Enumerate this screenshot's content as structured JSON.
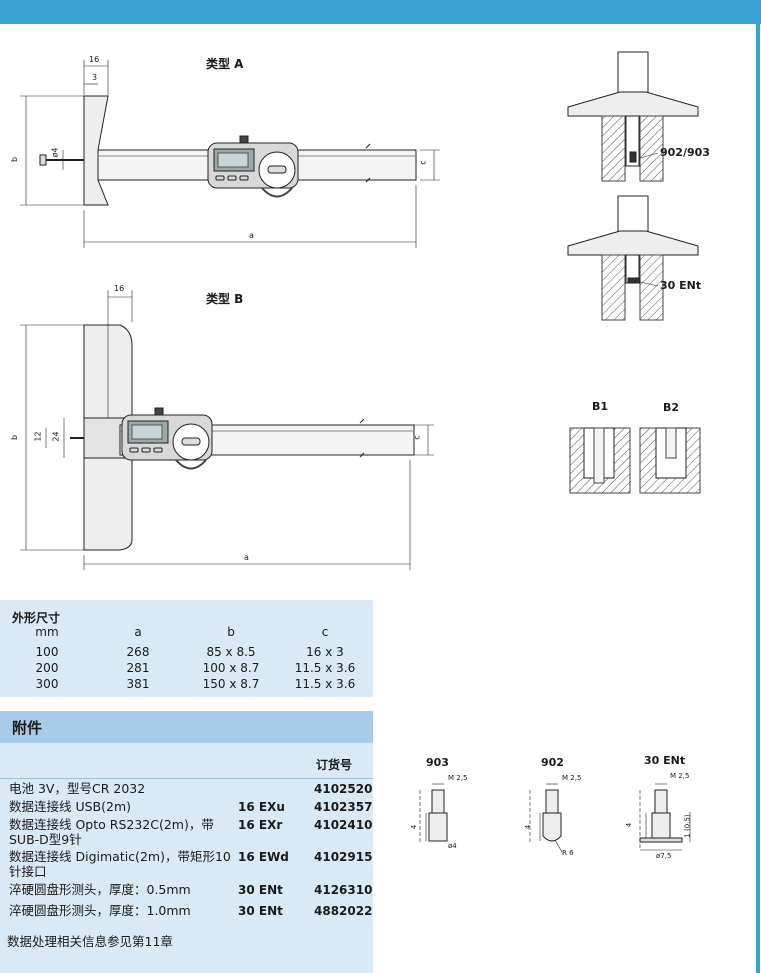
{
  "colors": {
    "accent": "#3aa3d6",
    "table_bg": "#d9eaf6",
    "table_header_bg": "#a7cbe8"
  },
  "drawings": {
    "type_a": {
      "title": "类型 A",
      "dims": {
        "w16": "16",
        "w3": "3",
        "b": "b",
        "d4": "ø4",
        "a": "a",
        "c": "c"
      }
    },
    "type_b": {
      "title": "类型 B",
      "dims": {
        "w16": "16",
        "b": "b",
        "h12": "12",
        "h24": "24",
        "a": "a",
        "c": "c"
      }
    },
    "probe_903_902_label": "902/903",
    "probe_30ent_label": "30 ENt",
    "b1_label": "B1",
    "b2_label": "B2",
    "tips": [
      {
        "title": "903",
        "thread": "M 2,5",
        "height": "4",
        "extra": "ø4"
      },
      {
        "title": "902",
        "thread": "M 2,5",
        "height": "4",
        "extra": "R 6"
      },
      {
        "title": "30 ENt",
        "thread": "M 2,5",
        "height": "4",
        "extra": "ø7,5",
        "extra2": "1 (0,5)"
      }
    ]
  },
  "dimensions_table": {
    "title": "外形尺寸",
    "headers": [
      "mm",
      "a",
      "b",
      "c"
    ],
    "rows": [
      [
        "100",
        "268",
        "85 x 8.5",
        "16 x 3"
      ],
      [
        "200",
        "281",
        "100 x 8.7",
        "11.5 x 3.6"
      ],
      [
        "300",
        "381",
        "150 x 8.7",
        "11.5 x 3.6"
      ]
    ]
  },
  "accessories": {
    "title": "附件",
    "order_header": "订货号",
    "items": [
      {
        "name": "电池 3V，型号CR 2032",
        "code": "",
        "order": "4102520"
      },
      {
        "name": "数据连接线 USB(2m)",
        "code": "16 EXu",
        "order": "4102357"
      },
      {
        "name": "数据连接线 Opto RS232C(2m)，带SUB-D型9针",
        "code": "16 EXr",
        "order": "4102410"
      },
      {
        "name": "数据连接线 Digimatic(2m)，带矩形10针接口",
        "code": "16 EWd",
        "order": "4102915"
      },
      {
        "name": "淬硬圆盘形测头，厚度：0.5mm",
        "code": "30 ENt",
        "order": "4126310"
      },
      {
        "name": "淬硬圆盘形测头，厚度：1.0mm",
        "code": "30 ENt",
        "order": "4882022"
      }
    ],
    "footnote": "数据处理相关信息参见第11章"
  }
}
